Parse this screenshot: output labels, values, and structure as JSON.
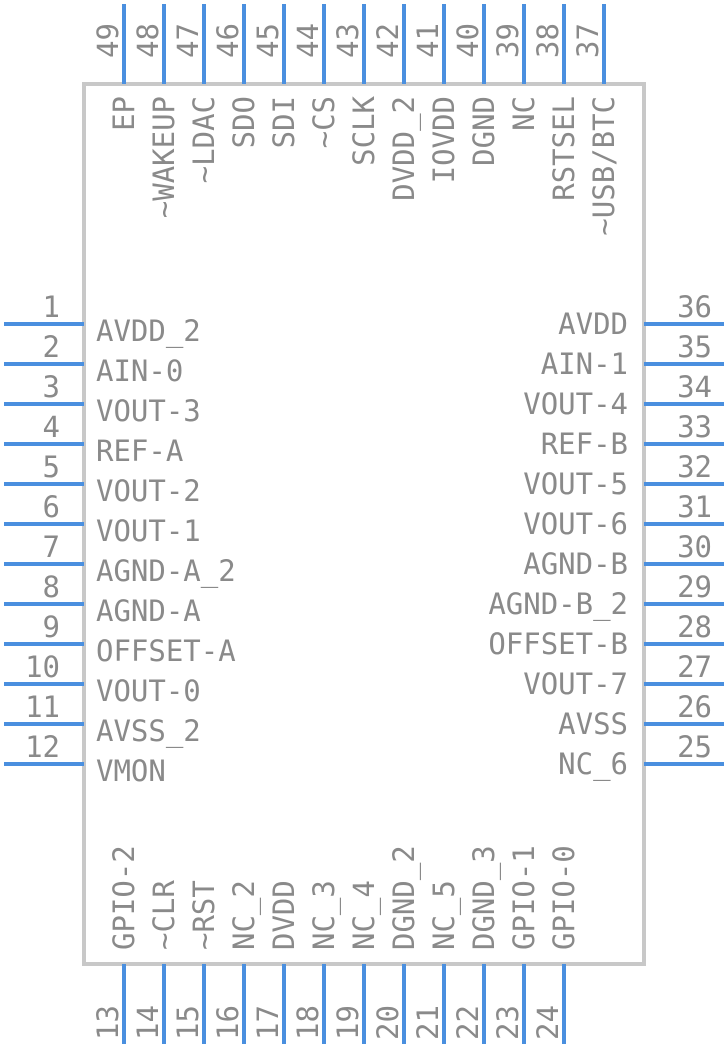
{
  "component": {
    "pins": [
      {
        "num": "1",
        "name": "AVDD_2"
      },
      {
        "num": "2",
        "name": "AIN-0"
      },
      {
        "num": "3",
        "name": "VOUT-3"
      },
      {
        "num": "4",
        "name": "REF-A"
      },
      {
        "num": "5",
        "name": "VOUT-2"
      },
      {
        "num": "6",
        "name": "VOUT-1"
      },
      {
        "num": "7",
        "name": "AGND-A_2"
      },
      {
        "num": "8",
        "name": "AGND-A"
      },
      {
        "num": "9",
        "name": "OFFSET-A"
      },
      {
        "num": "10",
        "name": "VOUT-0"
      },
      {
        "num": "11",
        "name": "AVSS_2"
      },
      {
        "num": "12",
        "name": "VMON"
      },
      {
        "num": "13",
        "name": "GPIO-2"
      },
      {
        "num": "14",
        "name": "~CLR"
      },
      {
        "num": "15",
        "name": "~RST"
      },
      {
        "num": "16",
        "name": "NC_2"
      },
      {
        "num": "17",
        "name": "DVDD"
      },
      {
        "num": "18",
        "name": "NC_3"
      },
      {
        "num": "19",
        "name": "NC_4"
      },
      {
        "num": "20",
        "name": "DGND_2"
      },
      {
        "num": "21",
        "name": "NC_5"
      },
      {
        "num": "22",
        "name": "DGND_3"
      },
      {
        "num": "23",
        "name": "GPIO-1"
      },
      {
        "num": "24",
        "name": "GPIO-0"
      },
      {
        "num": "25",
        "name": "NC_6"
      },
      {
        "num": "26",
        "name": "AVSS"
      },
      {
        "num": "27",
        "name": "VOUT-7"
      },
      {
        "num": "28",
        "name": "OFFSET-B"
      },
      {
        "num": "29",
        "name": "AGND-B_2"
      },
      {
        "num": "30",
        "name": "AGND-B"
      },
      {
        "num": "31",
        "name": "VOUT-6"
      },
      {
        "num": "32",
        "name": "VOUT-5"
      },
      {
        "num": "33",
        "name": "REF-B"
      },
      {
        "num": "34",
        "name": "VOUT-4"
      },
      {
        "num": "35",
        "name": "AIN-1"
      },
      {
        "num": "36",
        "name": "AVDD"
      },
      {
        "num": "37",
        "name": "~USB/BTC"
      },
      {
        "num": "38",
        "name": "RSTSEL"
      },
      {
        "num": "39",
        "name": "NC"
      },
      {
        "num": "40",
        "name": "DGND"
      },
      {
        "num": "41",
        "name": "IOVDD"
      },
      {
        "num": "42",
        "name": "DVDD_2"
      },
      {
        "num": "43",
        "name": "SCLK"
      },
      {
        "num": "44",
        "name": "~CS"
      },
      {
        "num": "45",
        "name": "SDI"
      },
      {
        "num": "46",
        "name": "SDO"
      },
      {
        "num": "47",
        "name": "~LDAC"
      },
      {
        "num": "48",
        "name": "~WAKEUP"
      },
      {
        "num": "49",
        "name": "EP"
      }
    ]
  }
}
